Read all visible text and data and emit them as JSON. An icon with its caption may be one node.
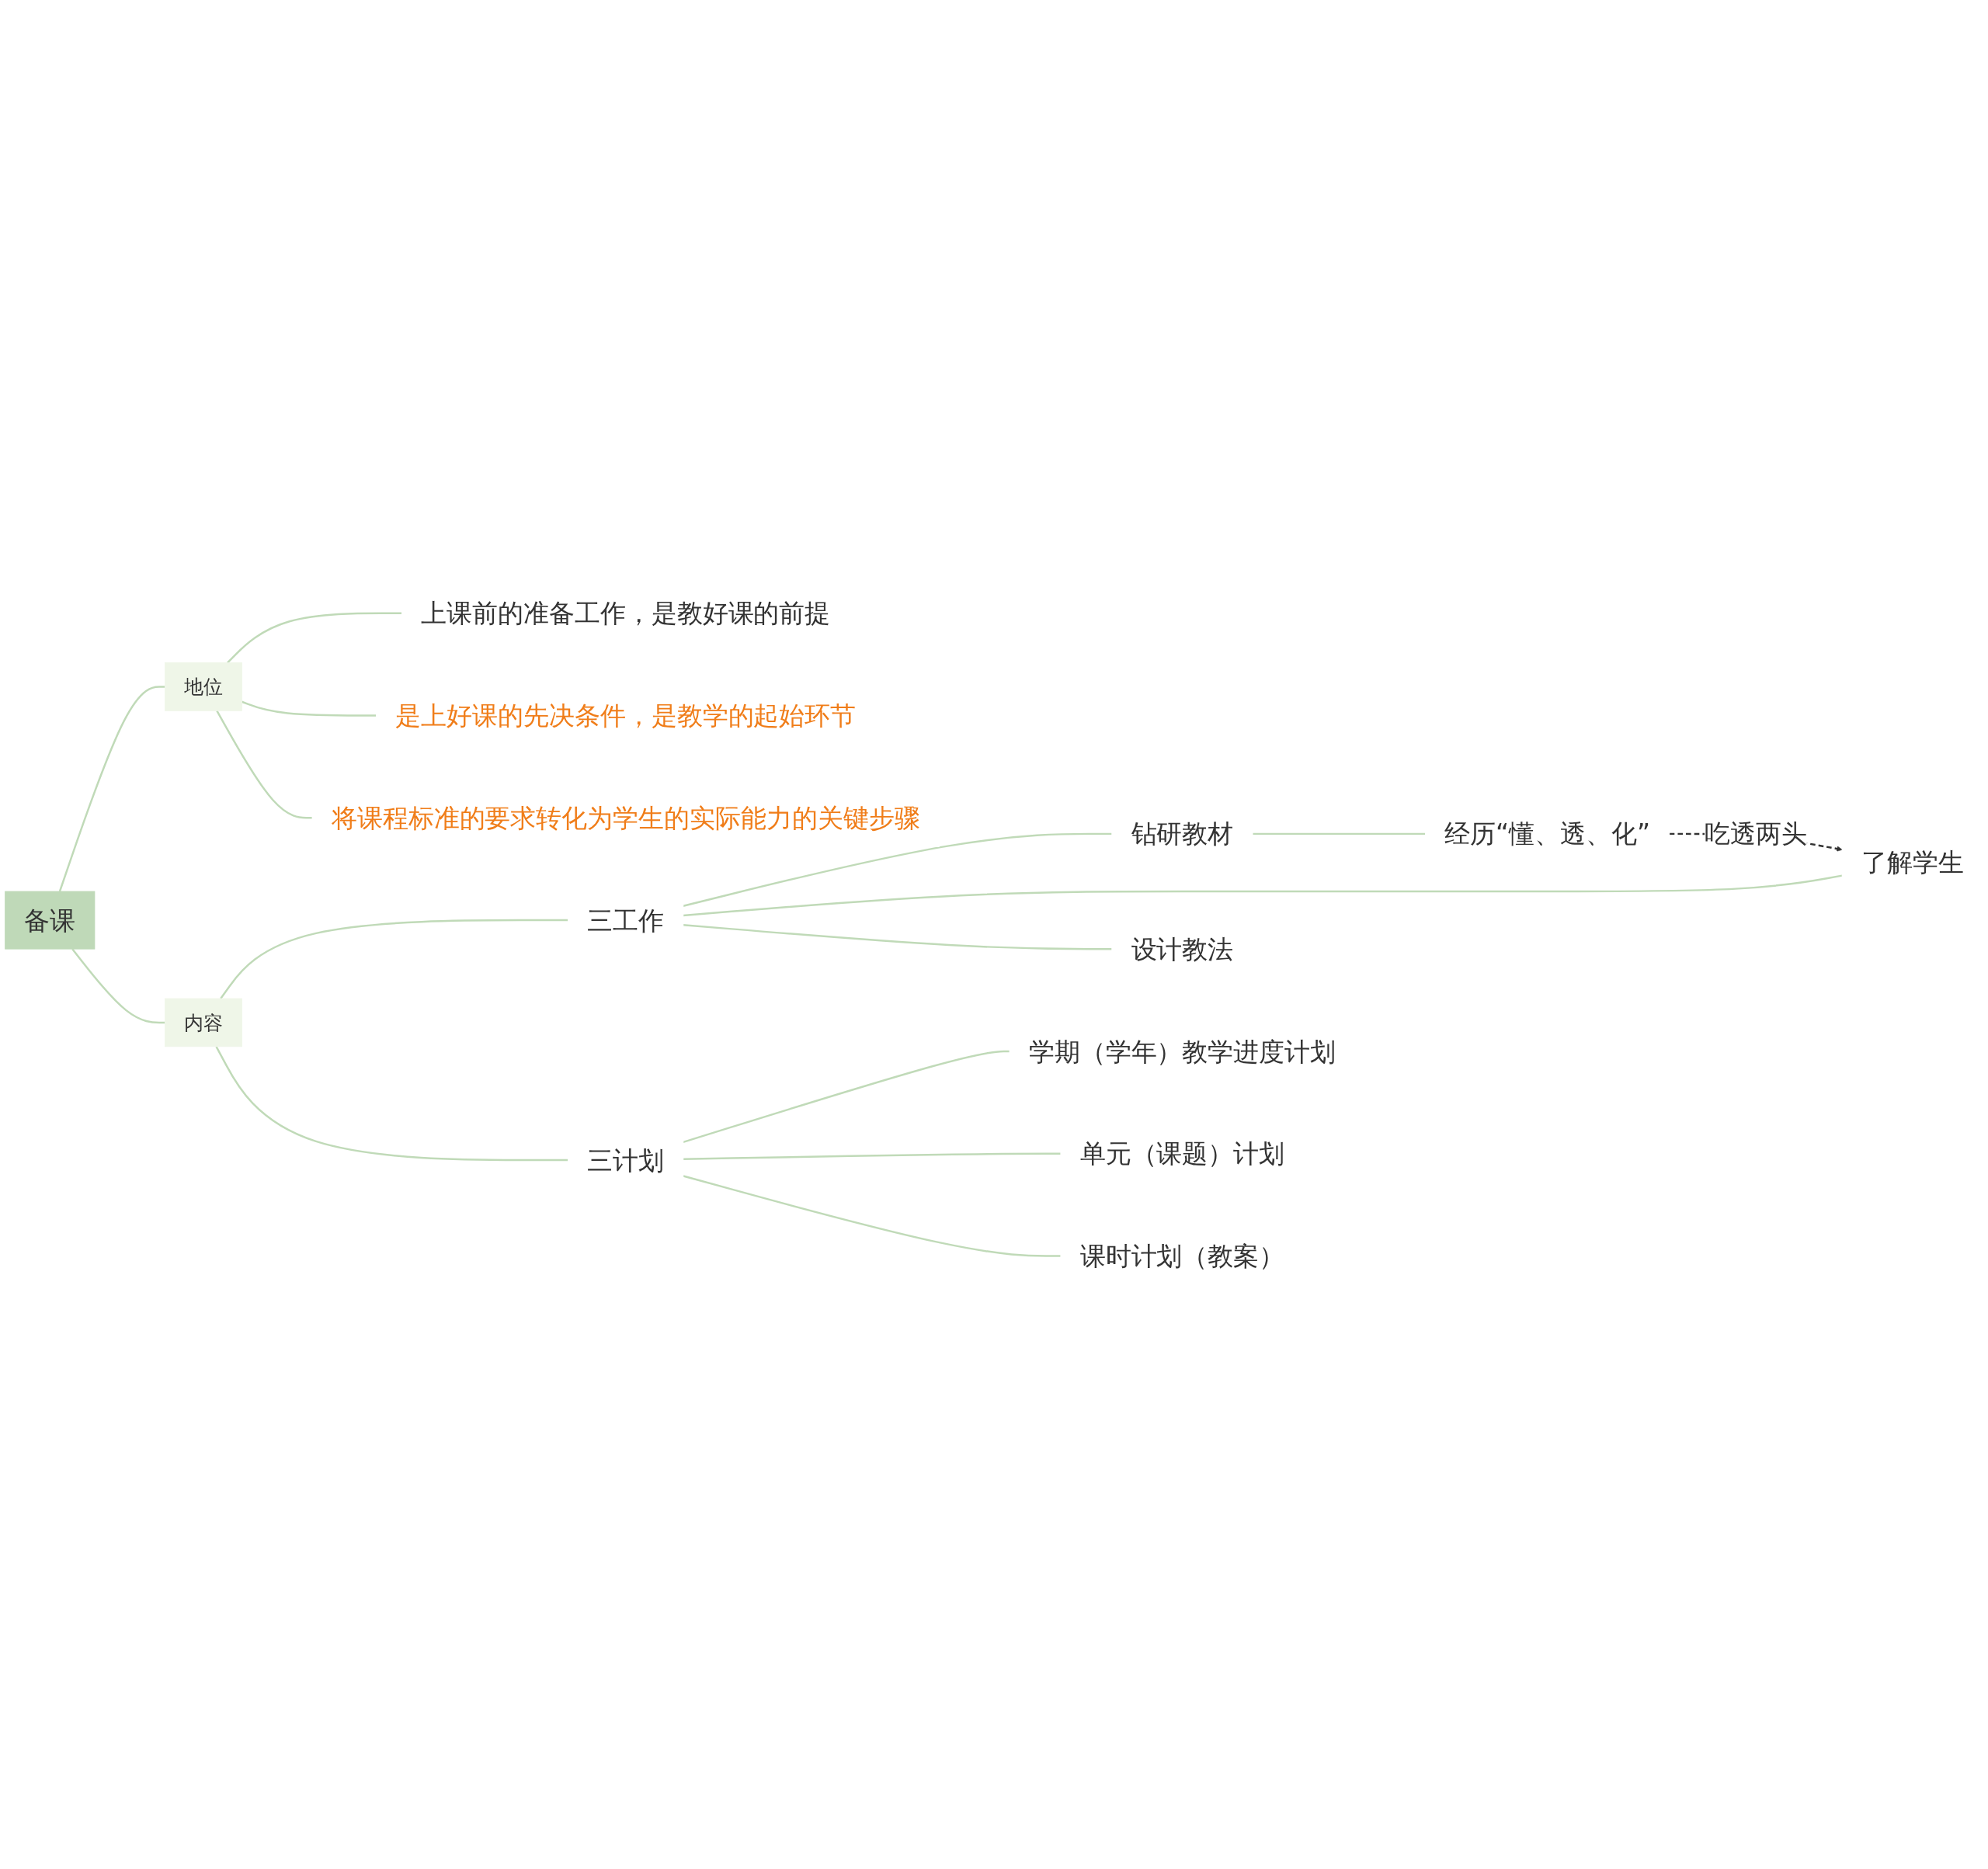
{
  "diagram": {
    "nodes": [
      {
        "text": [
          "备课"
        ]
      },
      {
        "text": [
          "地位"
        ]
      },
      {
        "text": [
          "上课前的准备工作，是教好课的前提"
        ]
      },
      {
        "text": [
          "是上好课的先决条件，是教学的起始环节"
        ]
      },
      {
        "text": [
          "将课程标准的要求转化为学生的实际能力的关键步骤"
        ]
      },
      {
        "text": [
          "内容"
        ]
      },
      {
        "text": [
          "三工作"
        ]
      },
      {
        "text": [
          "钻研教材"
        ]
      },
      {
        "text": [
          "经历“懂、透、化”"
        ]
      },
      {
        "text": [
          "了解学生"
        ]
      },
      {
        "text": [
          "设计教法"
        ]
      },
      {
        "text": [
          "三计划"
        ]
      },
      {
        "text": [
          "学期（学年）教学进度计划"
        ]
      },
      {
        "text": [
          "单元（课题）计划"
        ]
      },
      {
        "text": [
          "课时计划（教案）"
        ]
      }
    ],
    "edges": [
      {
        "from": 0,
        "to": 1,
        "arrow": "none"
      },
      {
        "from": 1,
        "to": 2,
        "arrow": "none"
      },
      {
        "from": 1,
        "to": 3,
        "arrow": "none"
      },
      {
        "from": 1,
        "to": 4,
        "arrow": "none"
      },
      {
        "from": 0,
        "to": 5,
        "arrow": "none"
      },
      {
        "from": 5,
        "to": 6,
        "arrow": "none"
      },
      {
        "from": 6,
        "to": 7,
        "arrow": "none"
      },
      {
        "from": 7,
        "to": 8,
        "arrow": "none"
      },
      {
        "from": 6,
        "to": 9,
        "arrow": "none"
      },
      {
        "from": 6,
        "to": 10,
        "arrow": "none"
      },
      {
        "from": 5,
        "to": 11,
        "arrow": "none"
      },
      {
        "from": 11,
        "to": 12,
        "arrow": "none"
      },
      {
        "from": 11,
        "to": 13,
        "arrow": "none"
      },
      {
        "from": 11,
        "to": 14,
        "arrow": "none"
      },
      {
        "from": 8,
        "to": 9,
        "arrow": "to",
        "label": "吃透两头",
        "style": "dashed",
        "color": "#333333"
      }
    ]
  }
}
